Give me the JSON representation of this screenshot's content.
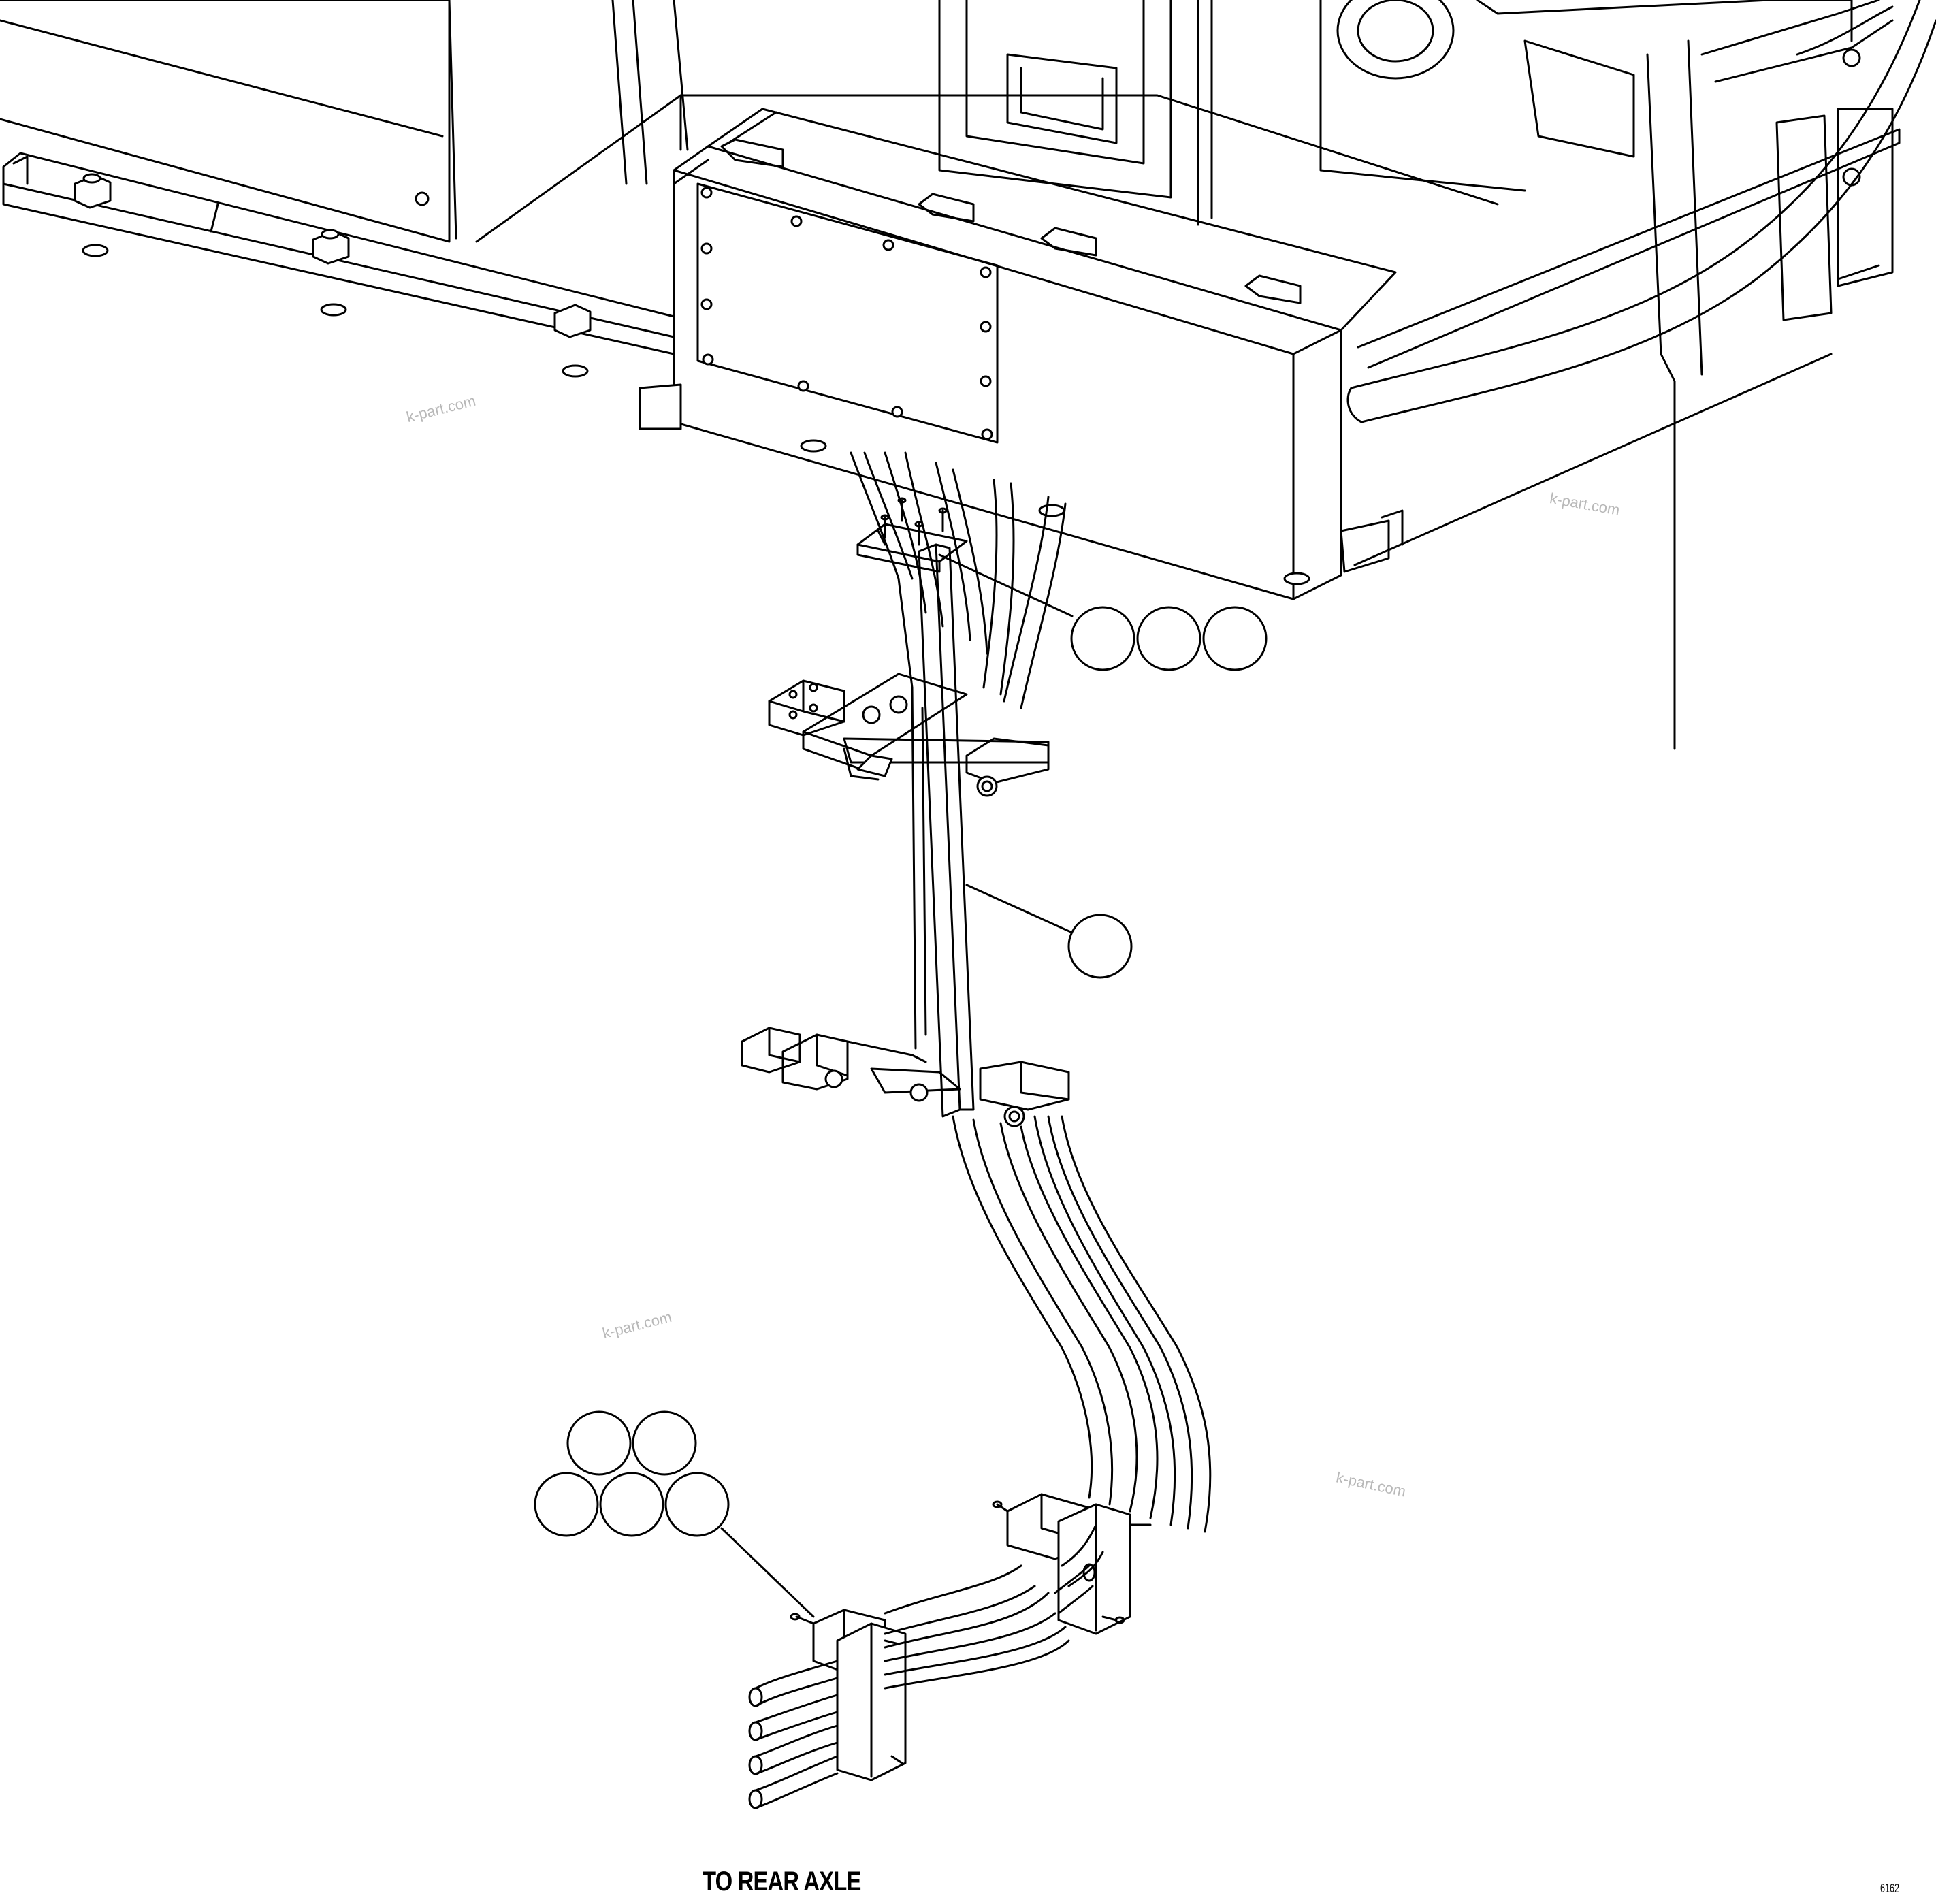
{
  "caption": "TO REAR AXLE",
  "figure_number": "6162",
  "watermarks": [
    "k-part.com",
    "k-part.com",
    "k-part.com",
    "k-part.com"
  ],
  "colors": {
    "line": "#000000",
    "background": "#ffffff",
    "watermark": "#b8b8b8"
  },
  "callout_groups": [
    {
      "name": "top-right-callouts",
      "count": 3
    },
    {
      "name": "bracket-callout",
      "count": 1
    },
    {
      "name": "hose-end-callouts",
      "count": 5
    }
  ]
}
